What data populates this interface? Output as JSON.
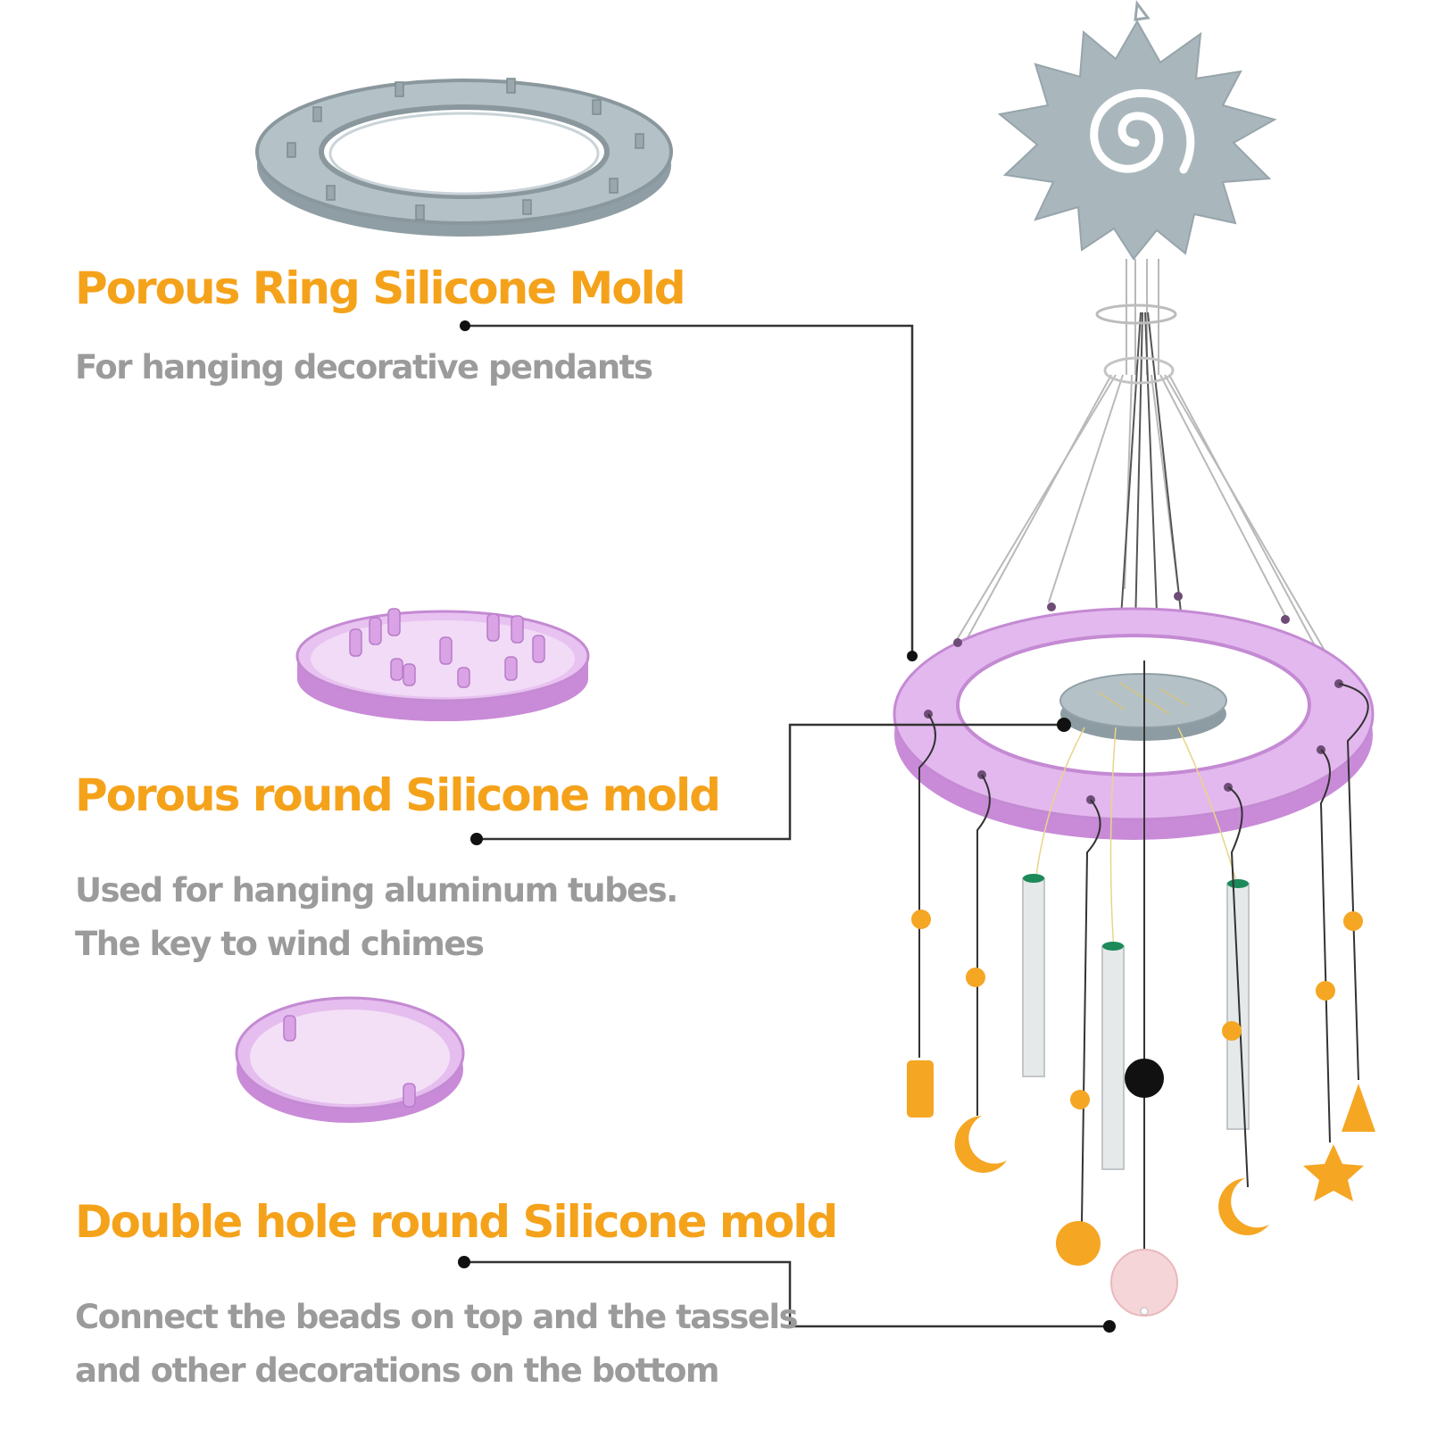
{
  "items": [
    {
      "title": "Porous Ring Silicone Mold",
      "desc": [
        "For hanging decorative pendants"
      ]
    },
    {
      "title": "Porous round Silicone mold",
      "desc": [
        "Used for hanging aluminum tubes.",
        "The key to wind chimes"
      ]
    },
    {
      "title": "Double hole round Silicone mold",
      "desc": [
        "Connect the beads on top and the tassels",
        "and other decorations on the bottom"
      ]
    }
  ],
  "colors": {
    "title": "#f5a21b",
    "desc": "#9b9b9b",
    "ring_mold": "#a9b7bd",
    "pink_mold": "#d9a3e6",
    "pendant": "#f5a623",
    "leader": "#333333"
  },
  "icons": [
    "sun-pendant-icon",
    "moon-icon",
    "star-icon",
    "triangle-icon",
    "cylinder-icon",
    "bead-icon"
  ]
}
